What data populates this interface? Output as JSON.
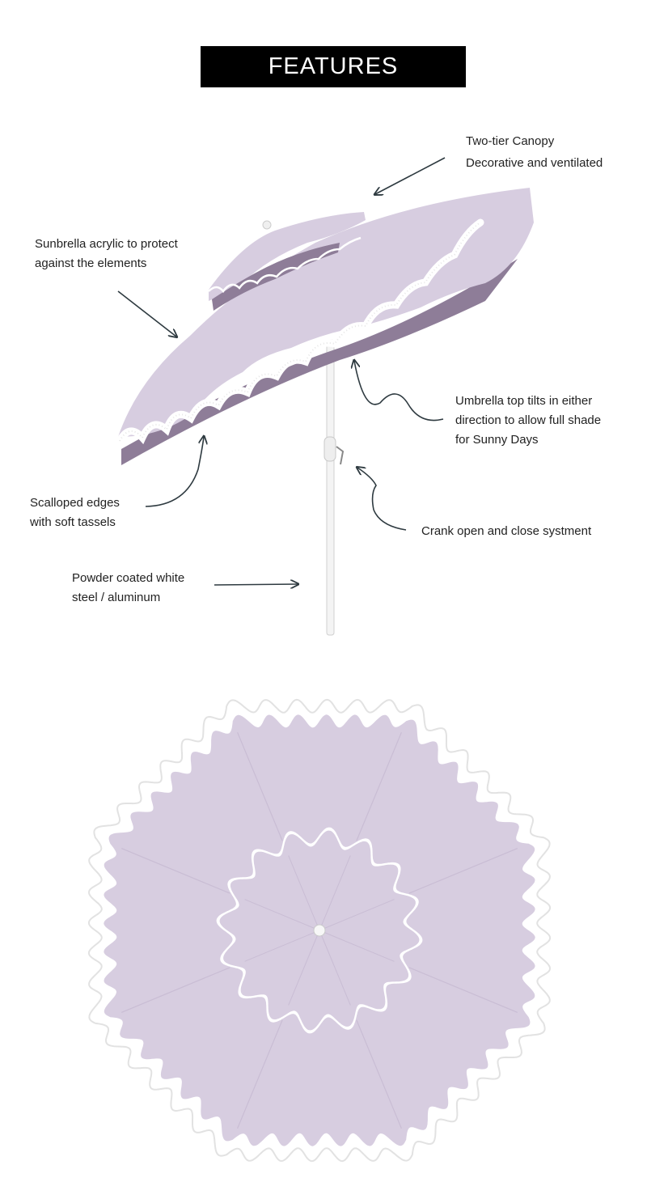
{
  "header": {
    "title": "FEATURES"
  },
  "callouts": {
    "canopy": {
      "line1": "Two-tier Canopy",
      "line2": "Decorative and ventilated"
    },
    "fabric": {
      "line1": "Sunbrella acrylic to protect",
      "line2": "against the elements"
    },
    "tilt": {
      "line1": "Umbrella top tilts in either",
      "line2": "direction to allow full shade",
      "line3": "for Sunny Days"
    },
    "edges": {
      "line1": "Scalloped edges",
      "line2": "with soft tassels"
    },
    "crank": {
      "line1": "Crank open and close systment"
    },
    "pole": {
      "line1": "Powder coated white",
      "line2": "steel / aluminum"
    }
  },
  "colors": {
    "canopy": "#d7cde0",
    "canopy_shadow": "#b9abc8",
    "underside": "#8e7d98",
    "trim": "#ffffff",
    "arrow": "#2e3a40",
    "banner": "#000000"
  }
}
